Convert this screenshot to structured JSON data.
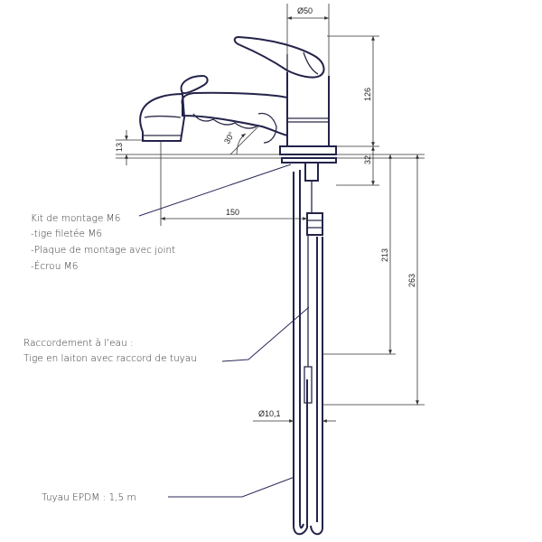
{
  "dimensions": {
    "top_diameter": "Ø50",
    "lever_height": "126",
    "base_height": "32",
    "spout_height": "13",
    "spout_angle": "30°",
    "spout_reach": "150",
    "rod_length": "213",
    "total_length": "263",
    "pipe_diameter": "Ø10,1"
  },
  "labels": {
    "mounting_kit": {
      "title": "Kit de montage M6",
      "items": [
        "-tige filetée M6",
        "-Plaque de montage avec joint",
        "-Écrou M6"
      ]
    },
    "water_connection": {
      "title": "Raccordement à l'eau :",
      "detail": "Tige en laiton avec raccord de tuyau"
    },
    "hose": "Tuyau EPDM : 1,5 m"
  }
}
